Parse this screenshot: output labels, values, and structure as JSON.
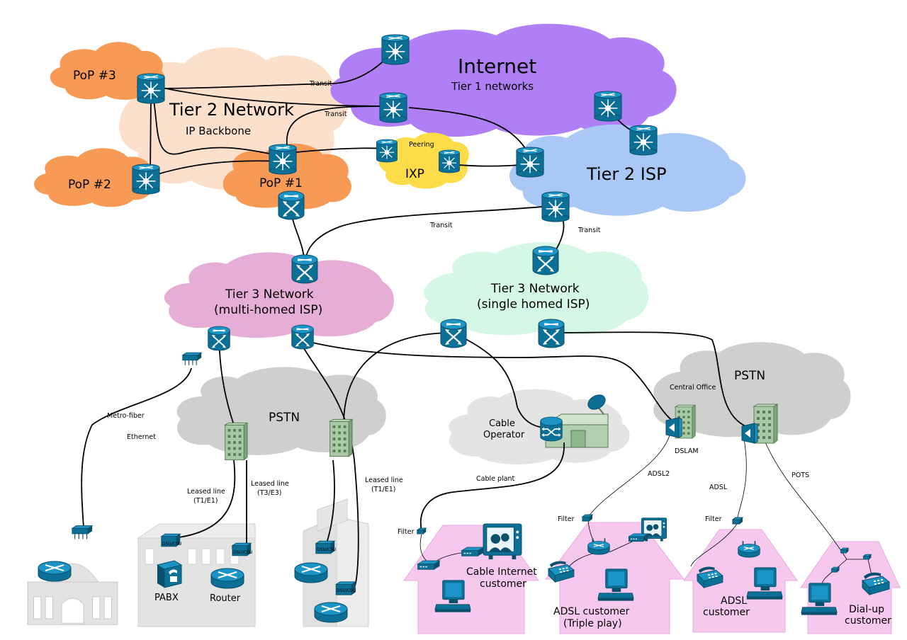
{
  "clouds": {
    "internet": {
      "title": "Internet",
      "subtitle": "Tier 1 networks"
    },
    "tier2_network": {
      "title": "Tier 2 Network",
      "subtitle": "IP Backbone"
    },
    "pop3": "PoP #3",
    "pop2": "PoP #2",
    "pop1": "PoP #1",
    "ixp": {
      "title": "IXP",
      "peering": "Peering"
    },
    "tier2_isp": "Tier 2 ISP",
    "tier3_multi": {
      "title": "Tier 3 Network",
      "subtitle": "(multi-homed ISP)"
    },
    "tier3_single": {
      "title": "Tier 3 Network",
      "subtitle": "(single homed ISP)"
    },
    "pstn_left": "PSTN",
    "pstn_right": "PSTN",
    "cable_operator": {
      "line1": "Cable",
      "line2": "Operator"
    }
  },
  "link_labels": {
    "transit_1": "Transit",
    "transit_2": "Transit",
    "transit_3": "Transit",
    "transit_4": "Transit",
    "metro_fiber": "Metro-fiber",
    "ethernet": "Ethernet",
    "leased_t1_a": {
      "line1": "Leased line",
      "line2": "(T1/E1)"
    },
    "leased_t3": {
      "line1": "Leased line",
      "line2": "(T3/E3)"
    },
    "leased_t1_b": {
      "line1": "Leased line",
      "line2": "(T1/E1)"
    },
    "cable_plant": "Cable plant",
    "central_office": "Central Office",
    "dslam": "DSLAM",
    "adsl2": "ADSL2",
    "adsl": "ADSL",
    "pots": "POTS",
    "filter_1": "Filter",
    "filter_2": "Filter",
    "filter_3": "Filter"
  },
  "devices": {
    "dsu_csu": "DSU/CSU",
    "pabx": "PABX",
    "router": "Router"
  },
  "customers": {
    "cable": {
      "line1": "Cable Internet",
      "line2": "customer"
    },
    "adsl_triple": {
      "line1": "ADSL customer",
      "line2": "(Triple play)"
    },
    "adsl": {
      "line1": "ADSL",
      "line2": "customer"
    },
    "dialup": {
      "line1": "Dial-up",
      "line2": "customer"
    }
  },
  "colors": {
    "internet_cloud": "#b07ef5",
    "tier2_backbone_cloud": "#fde0cc",
    "pop_cloud": "#f79a55",
    "ixp_cloud": "#fddc4a",
    "tier2_isp_cloud": "#a9c8f5",
    "tier3_multi_cloud": "#e6aed7",
    "tier3_single_cloud": "#d4f7e6",
    "pstn_cloud": "#cfcfcf",
    "cable_cloud": "#e4e4e4",
    "house": "#f6c8ee",
    "device_blue": "#0d80ad",
    "building_green": "#b2cfb0"
  }
}
